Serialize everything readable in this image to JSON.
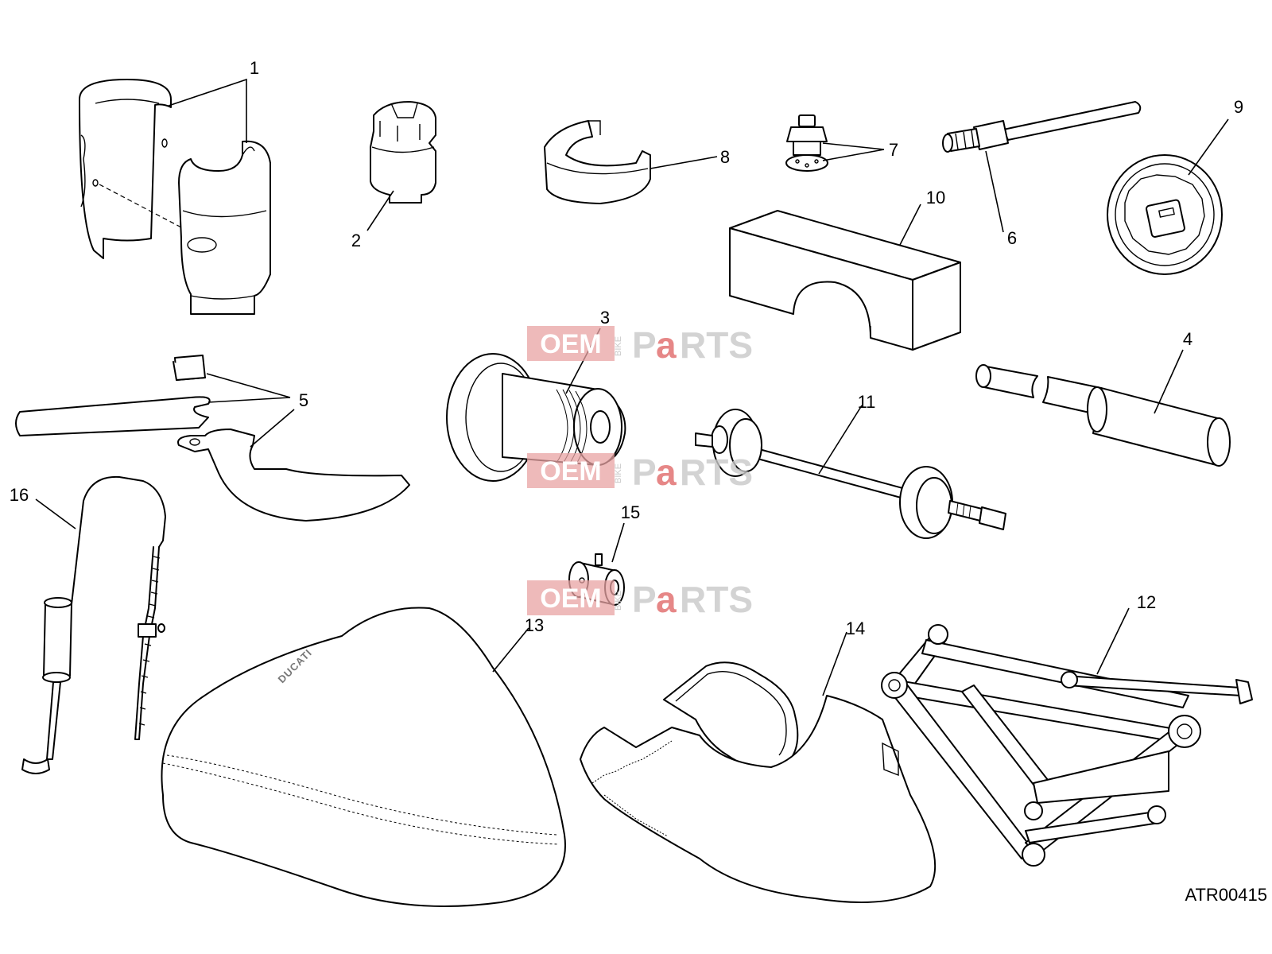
{
  "callouts": [
    {
      "id": "1",
      "text": "1"
    },
    {
      "id": "2",
      "text": "2"
    },
    {
      "id": "3",
      "text": "3"
    },
    {
      "id": "4",
      "text": "4"
    },
    {
      "id": "5",
      "text": "5"
    },
    {
      "id": "6",
      "text": "6"
    },
    {
      "id": "7",
      "text": "7"
    },
    {
      "id": "8",
      "text": "8"
    },
    {
      "id": "9",
      "text": "9"
    },
    {
      "id": "10",
      "text": "10"
    },
    {
      "id": "11",
      "text": "11"
    },
    {
      "id": "12",
      "text": "12"
    },
    {
      "id": "13",
      "text": "13"
    },
    {
      "id": "14",
      "text": "14"
    },
    {
      "id": "15",
      "text": "15"
    },
    {
      "id": "16",
      "text": "16"
    }
  ],
  "reference_code": "ATR00415",
  "seat_logo": "DUCATI",
  "watermark": {
    "oem": "OEM",
    "bike": "BIKE",
    "parts_p": "P",
    "parts_a": "a",
    "parts_rest": "RTS"
  },
  "colors": {
    "line": "#000000",
    "watermark_red": "#e06a6a",
    "watermark_box": "#e8a3a3",
    "watermark_grey": "#c9c9c9"
  }
}
